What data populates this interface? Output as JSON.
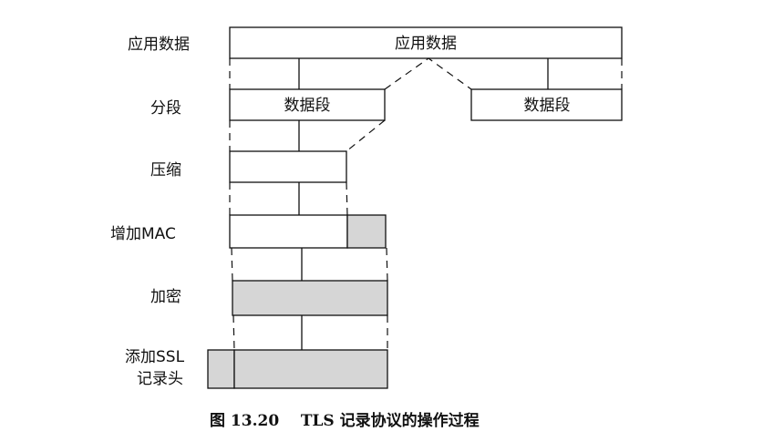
{
  "labels": {
    "app_data": "应用数据",
    "fragment": "分段",
    "compress": "压缩",
    "add_mac": "增加MAC",
    "encrypt": "加密",
    "add_ssl_header_line1": "添加SSL",
    "add_ssl_header_line2": "记录头"
  },
  "boxes": {
    "app_data": "应用数据",
    "fragment_1": "数据段",
    "fragment_2": "数据段"
  },
  "caption": "图 13.20    TLS 记录协议的操作过程",
  "colors": {
    "line": "#111111",
    "shaded": "#d6d6d6",
    "background": "#ffffff"
  }
}
